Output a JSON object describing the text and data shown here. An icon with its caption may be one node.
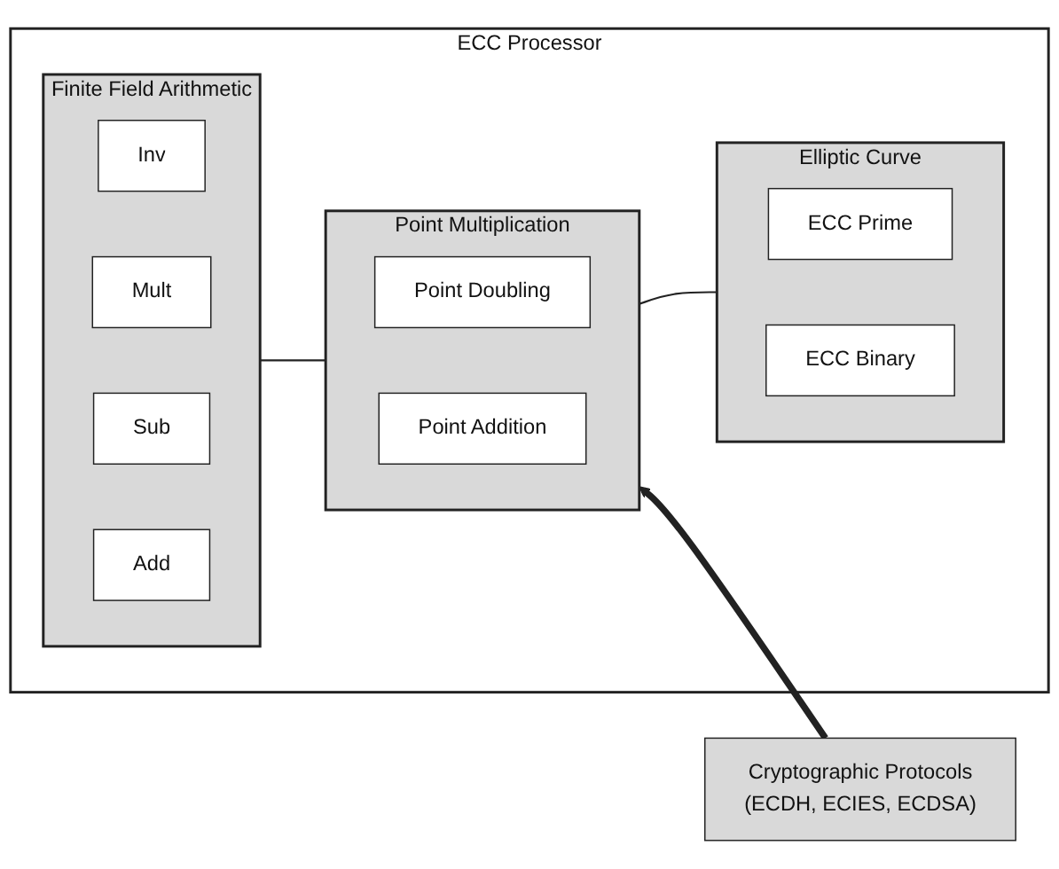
{
  "diagram": {
    "nodes": [
      {
        "text": [
          "ECC Processor"
        ]
      },
      {
        "text": [
          "Elliptic Curve"
        ],
        "in": 0
      },
      {
        "text": [
          "ECC Prime"
        ],
        "in": 1
      },
      {
        "text": [
          "ECC Binary"
        ],
        "in": 1
      },
      {
        "text": [
          "Point Multiplication"
        ],
        "in": 0
      },
      {
        "text": [
          "Point Doubling"
        ],
        "in": 4
      },
      {
        "text": [
          "Point Addition"
        ],
        "in": 4
      },
      {
        "text": [
          "Finite Field Arithmetic"
        ],
        "in": 0
      },
      {
        "text": [
          "Inv"
        ],
        "in": 7
      },
      {
        "text": [
          "Mult"
        ],
        "in": 7
      },
      {
        "text": [
          "Sub"
        ],
        "in": 7
      },
      {
        "text": [
          "Add"
        ],
        "in": 7
      },
      {
        "text": [
          "Cryptographic Protocols",
          "(ECDH, ECIES, ECDSA)"
        ]
      }
    ],
    "edges": [
      {
        "from": 1,
        "to": 4,
        "arrow": "none"
      },
      {
        "from": 4,
        "to": 7,
        "arrow": "none"
      },
      {
        "from": 12,
        "to": 4,
        "arrow": "to",
        "style": "thick"
      }
    ]
  }
}
